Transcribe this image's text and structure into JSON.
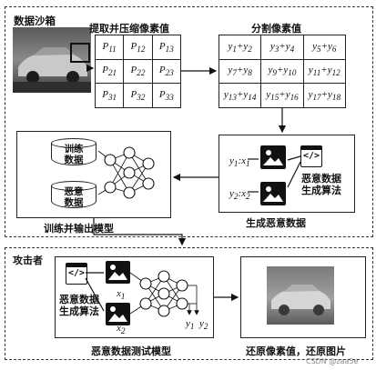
{
  "labels": {
    "dataset": "数据沙箱",
    "extract": "提取并压缩像素值",
    "split": "分割像素值",
    "generate": "生成恶意数据",
    "train": "训练并输出模型",
    "attacker": "攻击者",
    "test_model": "恶意数据测试模型",
    "restore": "还原像素值，还原图片",
    "algo_top": "恶意数据\n生成算法",
    "algo_bottom": "恶意数据\n生成算法",
    "db_train": "训练\n数据",
    "db_malicious": "恶意\n数据",
    "watermark": "CSDN @zaa5e"
  },
  "matrix_p": [
    [
      "P11",
      "P12",
      "P13"
    ],
    [
      "P21",
      "P22",
      "P23"
    ],
    [
      "P31",
      "P32",
      "P33"
    ]
  ],
  "matrix_y": [
    [
      "y1+y2",
      "y3+y4",
      "y5+y6"
    ],
    [
      "y7+y8",
      "y9+y10",
      "y11+y12"
    ],
    [
      "y13+y14",
      "y15+y16",
      "y17+y18"
    ]
  ],
  "pairs": [
    "y1:x1",
    "y2:x2"
  ],
  "test_inputs": [
    "x1",
    "x2"
  ],
  "test_outputs": [
    "y1",
    "y2"
  ],
  "icons": [
    "image-icon",
    "code-icon",
    "car-photo"
  ]
}
